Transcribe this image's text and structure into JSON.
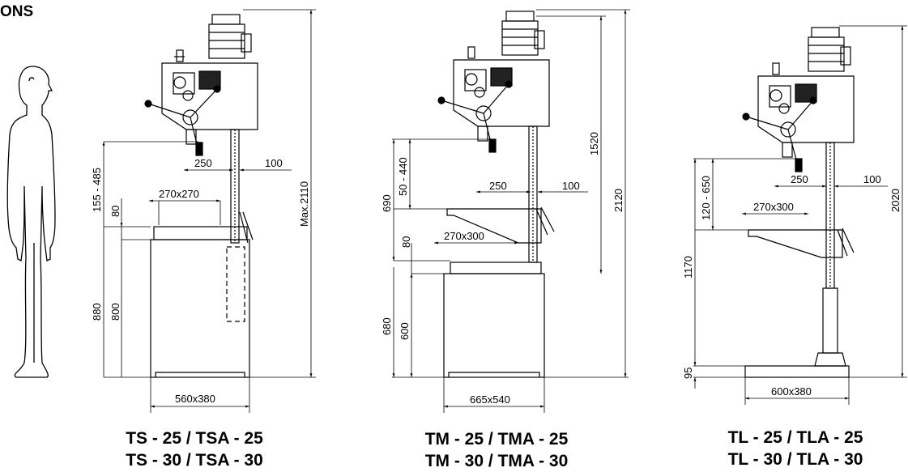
{
  "heading": "ONS",
  "models": [
    {
      "id": "ts",
      "captions": [
        "TS - 25 / TSA - 25",
        "TS - 30 / TSA - 30"
      ],
      "dims": {
        "spindle_travel": "155 - 485",
        "table_thickness": "80",
        "total_table_height": "880",
        "base_height": "800",
        "table_size": "270x270",
        "reach": "250",
        "column": "100",
        "max_height": "Max.2110",
        "base_size": "560x380"
      }
    },
    {
      "id": "tm",
      "captions": [
        "TM - 25 / TMA - 25",
        "TM - 30 / TMA - 30"
      ],
      "dims": {
        "table_drop": "690",
        "spindle_travel": "50 - 440",
        "table_thickness": "80",
        "table_size": "270x300",
        "reach": "250",
        "column": "100",
        "head_height": "1520",
        "total_height": "2120",
        "stand_height": "680",
        "cabinet_height": "600",
        "base_size": "665x540"
      }
    },
    {
      "id": "tl",
      "captions": [
        "TL - 25 / TLA - 25",
        "TL - 30 / TLA - 30"
      ],
      "dims": {
        "spindle_travel": "120 - 650",
        "table_height": "1170",
        "base_thickness": "95",
        "table_size": "270x300",
        "reach": "250",
        "column": "100",
        "total_height": "2020",
        "base_size": "600x380"
      }
    }
  ]
}
